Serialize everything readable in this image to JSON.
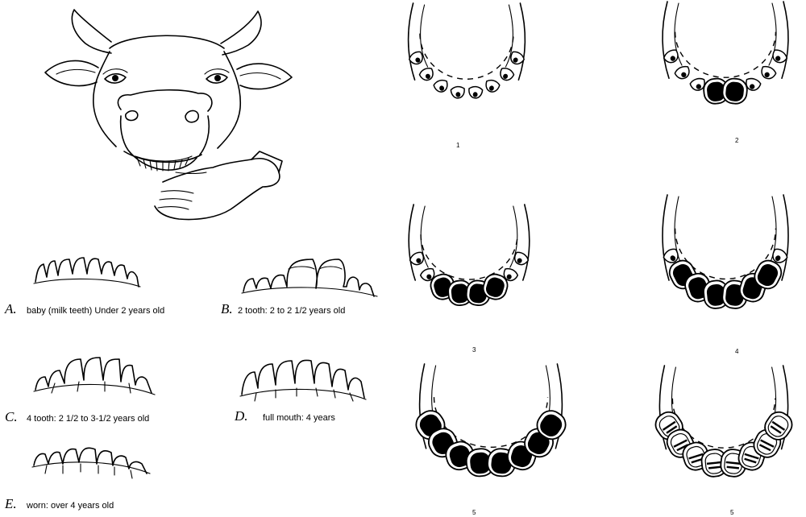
{
  "captions": [
    {
      "letter": "A.",
      "text": "baby (milk teeth) Under 2 years old"
    },
    {
      "letter": "B.",
      "text": "2 tooth: 2 to 2 1/2 years old"
    },
    {
      "letter": "C.",
      "text": "4 tooth:  2 1/2 to 3-1/2 years old"
    },
    {
      "letter": "D.",
      "text": "full mouth: 4 years"
    },
    {
      "letter": "E.",
      "text": "worn: over 4 years old"
    }
  ],
  "jaw_labels": [
    "1",
    "2",
    "3",
    "4",
    "5",
    "5"
  ],
  "jaws": [
    {
      "permanent": 0,
      "worn": false
    },
    {
      "permanent": 2,
      "worn": false
    },
    {
      "permanent": 4,
      "worn": false
    },
    {
      "permanent": 6,
      "worn": false
    },
    {
      "permanent": 8,
      "worn": false
    },
    {
      "permanent": 8,
      "worn": true
    }
  ],
  "colors": {
    "ink": "#000000",
    "background": "#ffffff"
  }
}
